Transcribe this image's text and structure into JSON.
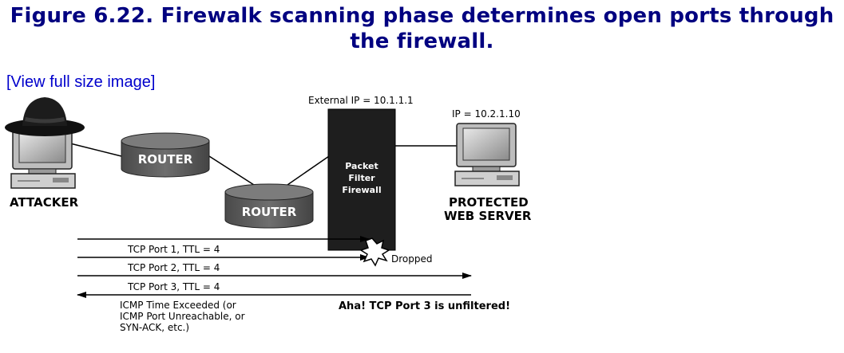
{
  "figure": {
    "caption_line1": "Figure 6.22. Firewalk scanning phase determines open ports through",
    "caption_line2": "the firewall.",
    "view_link": "[View full size image]"
  },
  "diagram": {
    "attacker_label": "ATTACKER",
    "router1_label": "ROUTER",
    "router2_label": "ROUTER",
    "external_ip": "External IP = 10.1.1.1",
    "server_ip": "IP = 10.2.1.10",
    "firewall_line1": "Packet",
    "firewall_line2": "Filter",
    "firewall_line3": "Firewall",
    "server_label_line1": "PROTECTED",
    "server_label_line2": "WEB SERVER",
    "probe1": "TCP Port 1, TTL = 4",
    "probe2": "TCP Port 2, TTL = 4",
    "probe3": "TCP Port 3, TTL = 4",
    "dropped": "Dropped",
    "reply_line1": "ICMP Time Exceeded (or",
    "reply_line2": "ICMP Port Unreachable, or",
    "reply_line3": "SYN-ACK, etc.)",
    "result": "Aha! TCP Port 3 is unfiltered!"
  }
}
